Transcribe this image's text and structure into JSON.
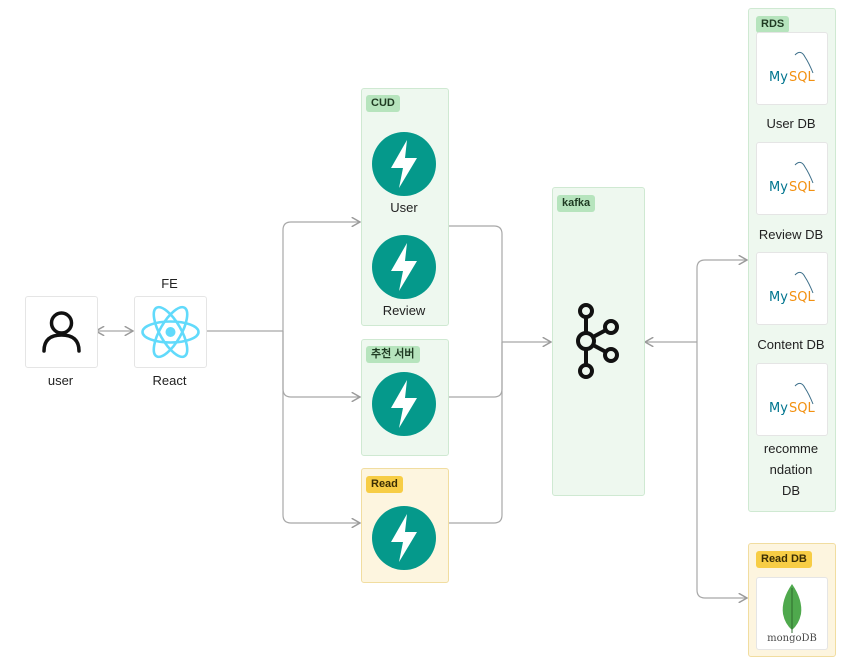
{
  "user_node": {
    "label": "user",
    "icon": "person-icon"
  },
  "frontend": {
    "group_label": "FE",
    "label": "React",
    "icon": "react-icon"
  },
  "cud_group": {
    "tag": "CUD",
    "services": [
      {
        "label": "User",
        "icon": "fastapi-icon"
      },
      {
        "label": "Review",
        "icon": "fastapi-icon"
      }
    ]
  },
  "recommend_group": {
    "tag": "추천 서버",
    "icon": "fastapi-icon"
  },
  "read_group": {
    "tag": "Read",
    "icon": "fastapi-icon"
  },
  "kafka": {
    "tag": "kafka",
    "icon": "kafka-icon"
  },
  "rds_group": {
    "tag": "RDS",
    "logo_text": "MySQL",
    "databases": [
      {
        "label": "User DB"
      },
      {
        "label": "Review DB"
      },
      {
        "label": "Content DB"
      },
      {
        "label_lines": [
          "recomme",
          "ndation",
          "DB"
        ]
      }
    ]
  },
  "read_db_group": {
    "tag": "Read DB",
    "logo_text": "mongoDB"
  },
  "colors": {
    "fastapi_teal": "#05998b",
    "react_cyan": "#61dafb",
    "mysql_blue": "#00758f",
    "mysql_orange": "#f29111",
    "mongo_green": "#4fa94d",
    "green_group_bg": "#eef8ef",
    "yellow_group_bg": "#fdf5df",
    "wire_gray": "#9a9a9a"
  }
}
